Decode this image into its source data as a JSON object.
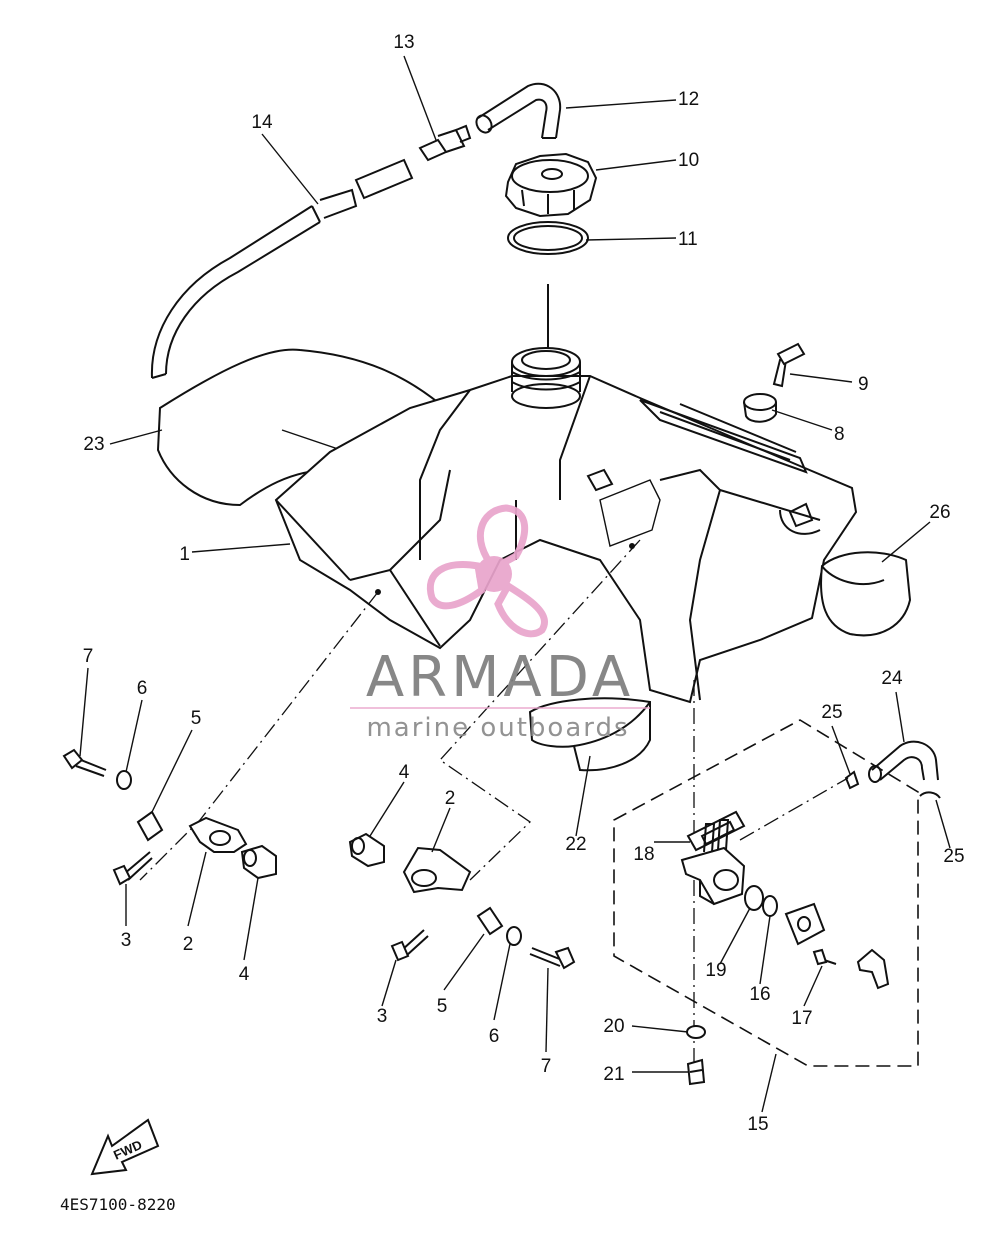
{
  "diagram": {
    "callouts": [
      "1",
      "2",
      "3",
      "4",
      "5",
      "6",
      "7",
      "8",
      "9",
      "10",
      "11",
      "12",
      "13",
      "14",
      "15",
      "16",
      "17",
      "18",
      "19",
      "20",
      "21",
      "22",
      "23",
      "24",
      "25",
      "26"
    ],
    "direction_label": "FWD",
    "drawing_code": "4ES7100-8220"
  },
  "watermark": {
    "brand": "ARMADA",
    "tagline": "marine outboards",
    "logo_color": "#e9a4cc",
    "text_color": "#7d7d7d"
  }
}
